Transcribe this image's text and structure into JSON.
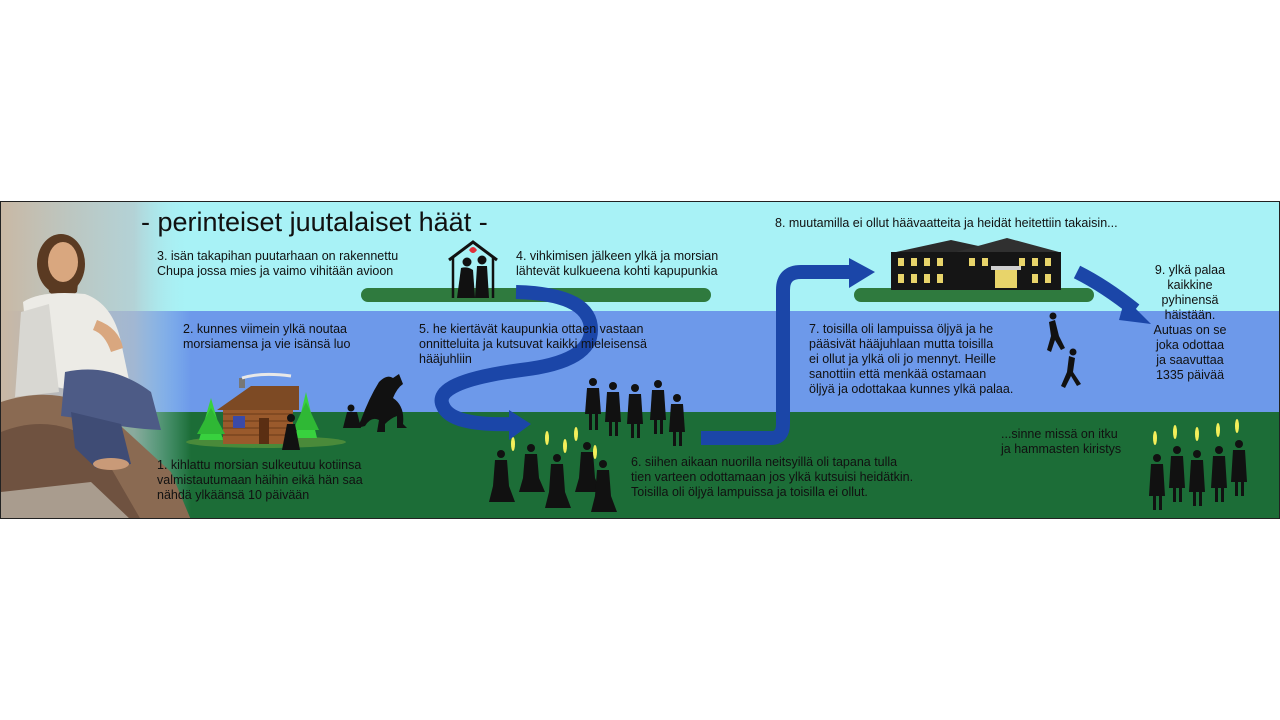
{
  "title": "- perinteiset juutalaiset häät -",
  "steps": [
    {
      "id": 1,
      "text": "1. kihlattu morsian sulkeutuu kotiinsa\nvalmistautumaan häihin eikä hän saa\nnähdä ylkäänsä 10 päivään"
    },
    {
      "id": 2,
      "text": "2. kunnes viimein ylkä noutaa\nmorsiamensa ja vie isänsä luo"
    },
    {
      "id": 3,
      "text": "3. isän takapihan puutarhaan on rakennettu\nChupa jossa mies ja vaimo vihitään avioon"
    },
    {
      "id": 4,
      "text": "4. vihkimisen jälkeen ylkä ja morsian\nlähtevät kulkueena kohti kapupunkia"
    },
    {
      "id": 5,
      "text": "5. he kiertävät kaupunkia ottaen vastaan\nonnitteluita ja kutsuvat kaikki mieleisensä\nhääjuhliin"
    },
    {
      "id": 6,
      "text": "6. siihen aikaan nuorilla neitsyillä oli tapana tulla\ntien varteen odottamaan jos ylkä kutsuisi heidätkin.\nToisilla oli öljyä lampuissa ja toisilla ei ollut."
    },
    {
      "id": 7,
      "text": "7. toisilla oli lampuissa öljyä ja he\npääsivät hääjuhlaan mutta toisilla\nei ollut ja ylkä oli jo mennyt. Heille\nsanottiin että menkää ostamaan\nöljyä ja odottakaa kunnes ylkä palaa."
    },
    {
      "id": 8,
      "text": "8. muutamilla ei ollut häävaatteita ja heidät heitettiin takaisin..."
    },
    {
      "id": 9,
      "text": "9. ylkä palaa\nkaikkine\npyhinensä\nhäistään.\nAutuas on se\njoka odottaa\nja saavuttaa\n1335 päivää"
    }
  ],
  "outside_text": "...sinne missä on itku\nja hammasten kiristys",
  "icons": [
    "jesus-figure",
    "log-cabin-icon",
    "fir-tree-icon",
    "rearing-horse-icon",
    "chupa-canopy-icon",
    "mansion-icon",
    "kneeling-virgins-icon",
    "standing-crowd-icon",
    "falling-figure-icon",
    "lamp-bearers-icon",
    "flow-arrow"
  ],
  "colors": {
    "sky": "#a8f2f6",
    "water": "#6d99ea",
    "ground": "#1c6d37",
    "platform": "#2f7a3e",
    "arrow": "#1b46a8",
    "flame": "#f3ef5a"
  }
}
